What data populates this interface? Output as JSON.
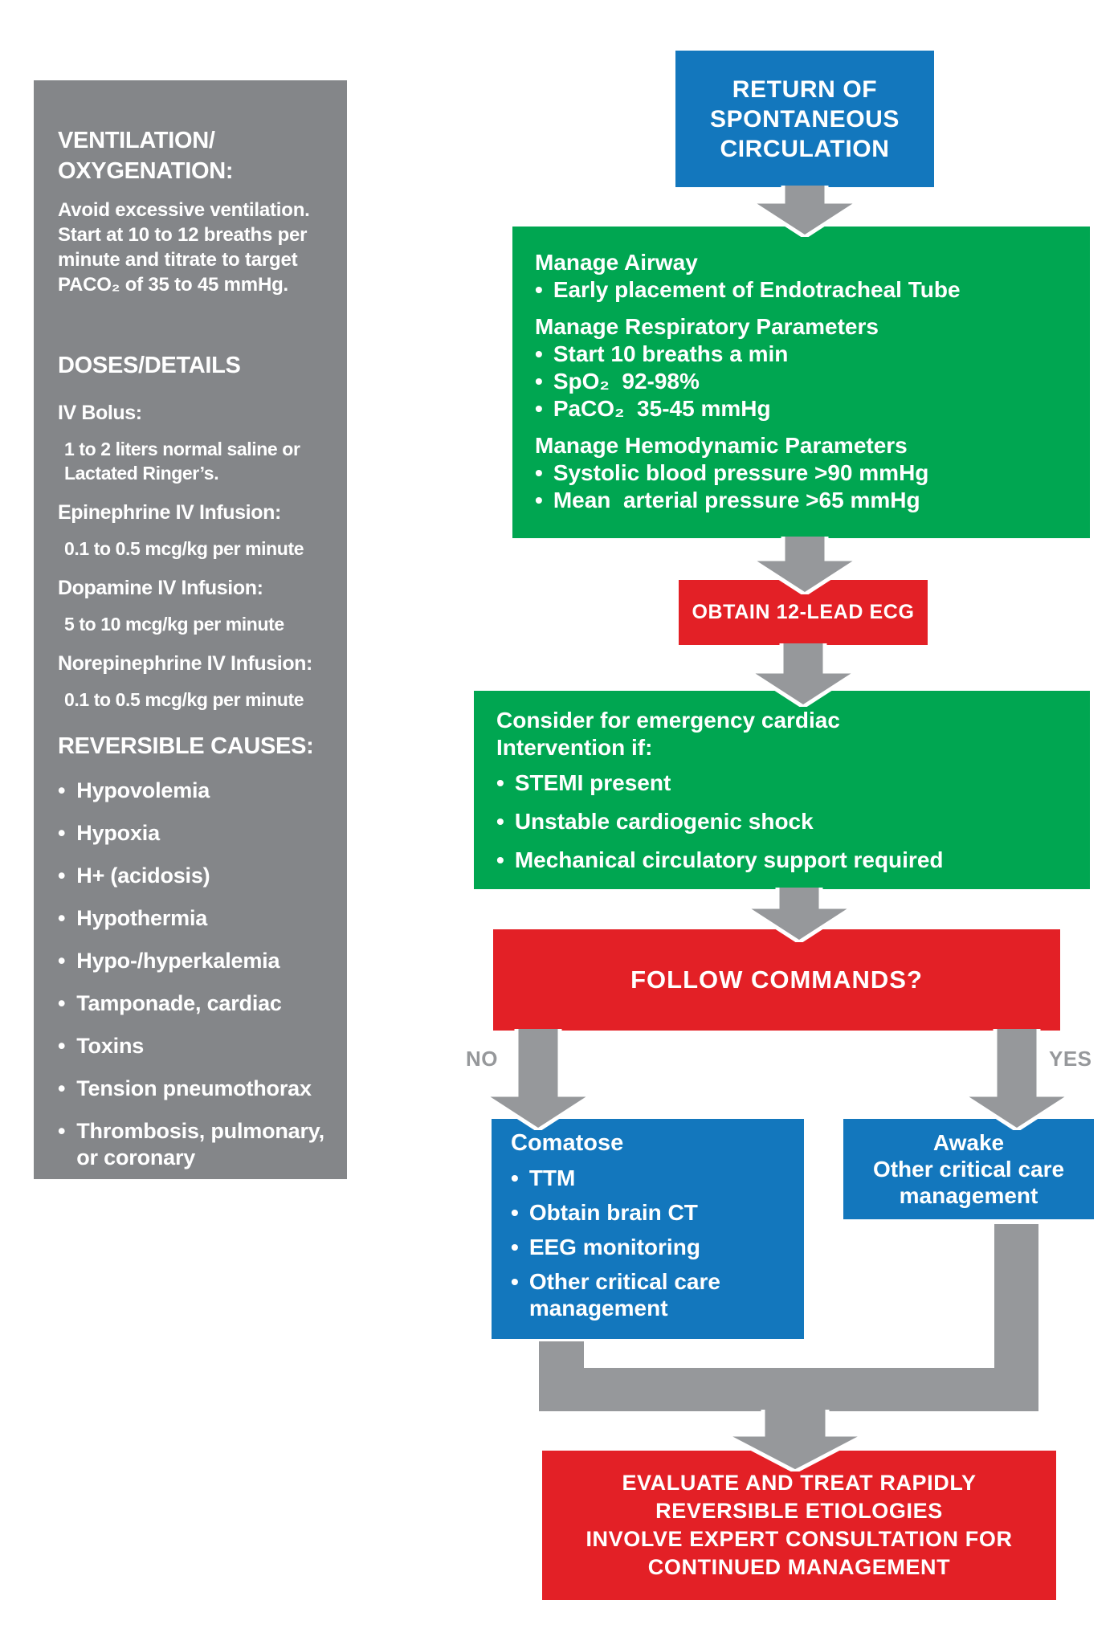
{
  "colors": {
    "blue": "#1377bd",
    "green": "#00a651",
    "red": "#e32026",
    "panel_gray": "#848689",
    "arrow_gray": "#96989b",
    "text_white": "#ffffff"
  },
  "sidebar": {
    "ventilation_heading": "VENTILATION/\nOXYGENATION:",
    "ventilation_text": "Avoid excessive ventilation. Start at 10 to 12 breaths per minute and titrate to target PACO₂  of 35 to 45 mmHg.",
    "doses_heading": "DOSES/DETAILS",
    "doses": [
      {
        "label": "IV Bolus:",
        "detail": "1 to 2 liters normal saline or\nLactated Ringer’s."
      },
      {
        "label": "Epinephrine IV Infusion:",
        "detail": "0.1 to 0.5 mcg/kg per minute"
      },
      {
        "label": "Dopamine IV Infusion:",
        "detail": "5 to 10 mcg/kg per minute"
      },
      {
        "label": "Norepinephrine IV Infusion:",
        "detail": "0.1 to 0.5 mcg/kg per minute"
      }
    ],
    "causes_heading": "REVERSIBLE CAUSES:",
    "causes": [
      "Hypovolemia",
      "Hypoxia",
      "H+ (acidosis)",
      "Hypothermia",
      "Hypo-/hyperkalemia",
      "Tamponade, cardiac",
      "Toxins",
      "Tension pneumothorax",
      "Thrombosis, pulmonary,\nor coronary"
    ]
  },
  "flow": {
    "rosc": "RETURN OF\nSPONTANEOUS\nCIRCULATION",
    "manage": {
      "airway_heading": "Manage Airway",
      "airway_bullets": [
        "Early placement of Endotracheal Tube"
      ],
      "resp_heading": "Manage Respiratory Parameters",
      "resp_bullets": [
        "Start 10 breaths a min",
        "SpO₂  92-98%",
        "PaCO₂  35-45 mmHg"
      ],
      "hemo_heading": "Manage Hemodynamic Parameters",
      "hemo_bullets": [
        "Systolic blood pressure >90 mmHg",
        "Mean  arterial pressure >65 mmHg"
      ]
    },
    "ecg": "OBTAIN 12-LEAD ECG",
    "intervention": {
      "heading": "Consider for emergency cardiac\nIntervention if:",
      "bullets": [
        "STEMI present",
        "Unstable cardiogenic shock",
        "Mechanical circulatory support required"
      ]
    },
    "follow_commands": "FOLLOW COMMANDS?",
    "no_label": "NO",
    "yes_label": "YES",
    "comatose": {
      "heading": "Comatose",
      "bullets": [
        "TTM",
        "Obtain brain CT",
        "EEG monitoring",
        "Other critical care management"
      ]
    },
    "awake": "Awake\nOther critical care\nmanagement",
    "final": "EVALUATE AND TREAT RAPIDLY\nREVERSIBLE ETIOLOGIES\nINVOLVE EXPERT CONSULTATION FOR\nCONTINUED MANAGEMENT"
  }
}
